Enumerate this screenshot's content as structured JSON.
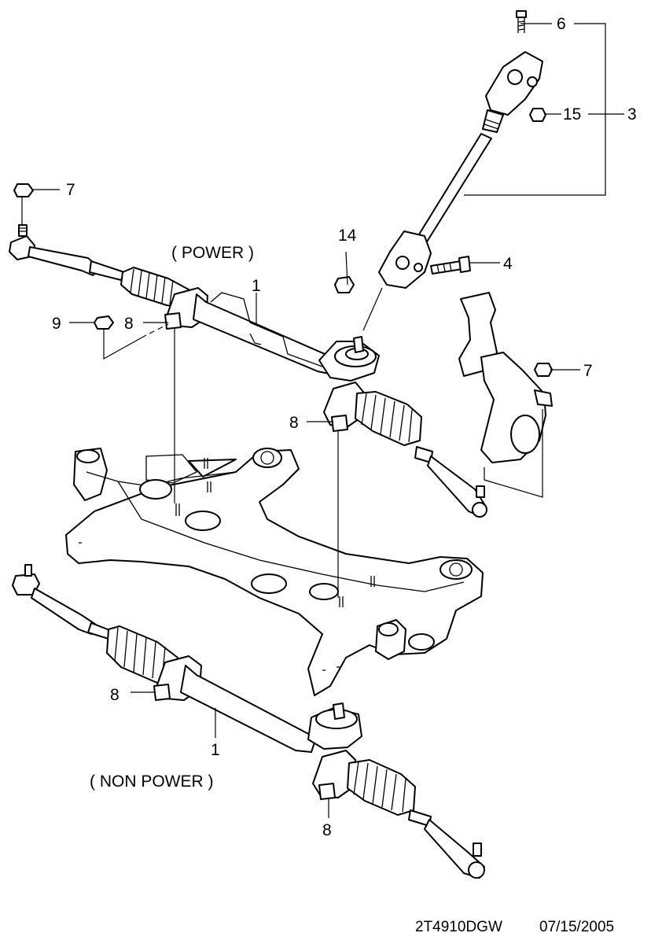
{
  "captions": {
    "power": "( POWER )",
    "non_power": "( NON POWER )"
  },
  "callouts": {
    "c1_power": "1",
    "c1_nonpower": "1",
    "c3": "3",
    "c4": "4",
    "c6": "6",
    "c7_left": "7",
    "c7_right": "7",
    "c8_a": "8",
    "c8_b": "8",
    "c8_c": "8",
    "c8_d": "8",
    "c9": "9",
    "c14": "14",
    "c15": "15"
  },
  "footer": {
    "drawing_code": "2T4910DGW",
    "date": "07/15/2005"
  }
}
